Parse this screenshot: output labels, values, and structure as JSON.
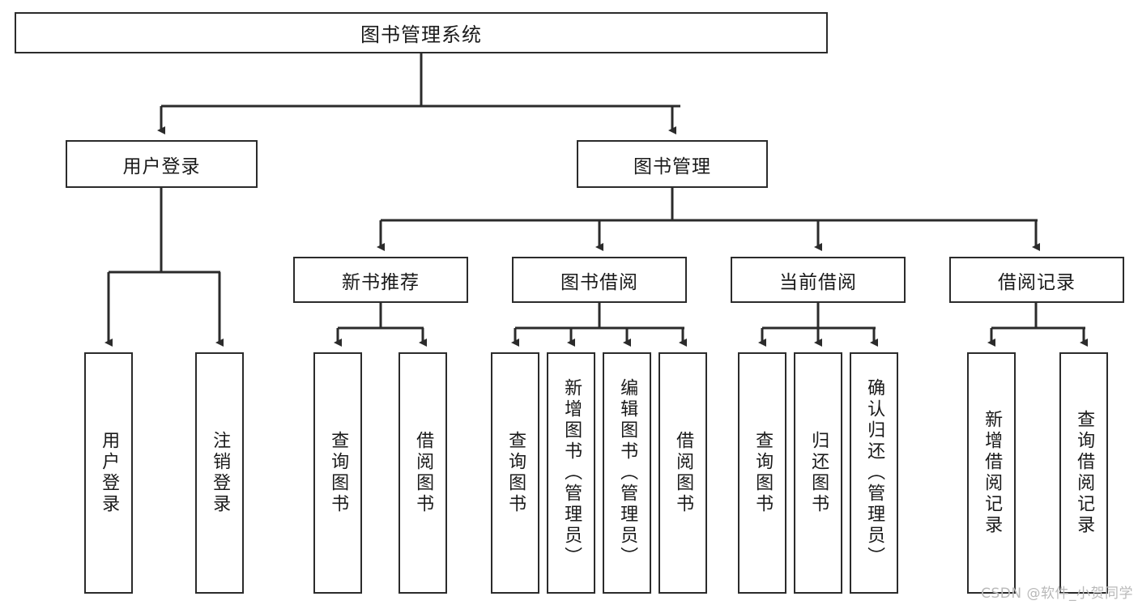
{
  "diagram": {
    "title": "图书管理系统",
    "watermark": "CSDN @软件_小贺同学",
    "colors": {
      "stroke": "#2b2b2b",
      "fill": "#ffffff",
      "text": "#1a1a1a",
      "watermark": "#b9b9b9"
    },
    "levels": {
      "root": {
        "label": "图书管理系统"
      },
      "level2": [
        {
          "label": "用户登录"
        },
        {
          "label": "图书管理"
        }
      ],
      "level3": [
        {
          "label": "新书推荐"
        },
        {
          "label": "图书借阅"
        },
        {
          "label": "当前借阅"
        },
        {
          "label": "借阅记录"
        }
      ],
      "leaves": {
        "user_login": [
          {
            "label": "用户登录"
          },
          {
            "label": "注销登录"
          }
        ],
        "new_book_recommend": [
          {
            "label": "查询图书"
          },
          {
            "label": "借阅图书"
          }
        ],
        "book_borrow": [
          {
            "label": "查询图书"
          },
          {
            "label": "新增图书（管理员）"
          },
          {
            "label": "编辑图书（管理员）"
          },
          {
            "label": "借阅图书"
          }
        ],
        "current_borrow": [
          {
            "label": "查询图书"
          },
          {
            "label": "归还图书"
          },
          {
            "label": "确认归还（管理员）"
          }
        ],
        "borrow_record": [
          {
            "label": "新增借阅记录"
          },
          {
            "label": "查询借阅记录"
          }
        ]
      }
    }
  }
}
